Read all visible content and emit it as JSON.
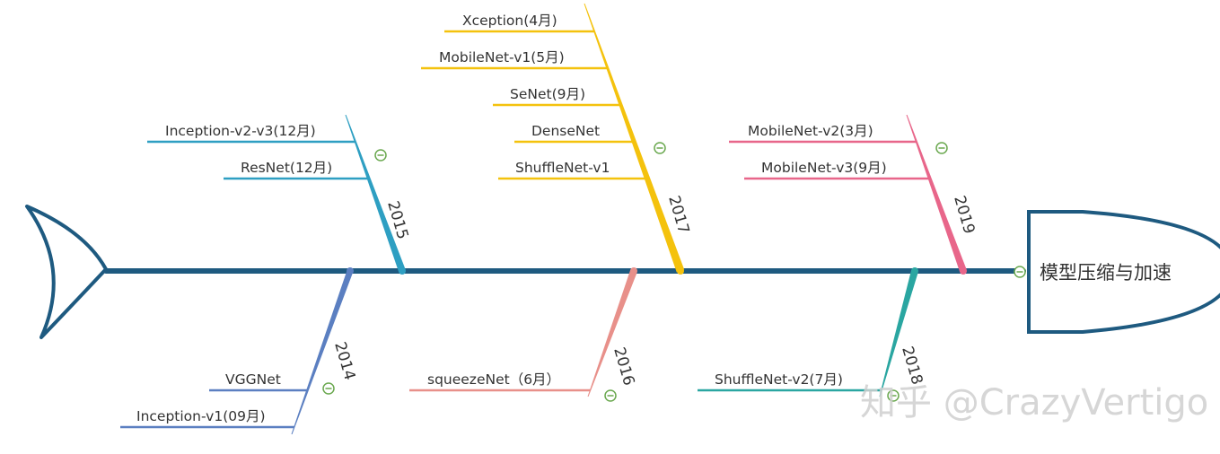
{
  "head": {
    "title": "模型压缩与加速"
  },
  "spine_color": "#1e5a80",
  "years": [
    {
      "year": "2014",
      "color": "#5b7fc1",
      "items": [
        "VGGNet",
        "Inception-v1(09月)"
      ]
    },
    {
      "year": "2015",
      "color": "#2e9fc2",
      "items": [
        "Inception-v2-v3(12月)",
        "ResNet(12月)"
      ]
    },
    {
      "year": "2016",
      "color": "#e8908a",
      "items": [
        "squeezeNet（6月）"
      ]
    },
    {
      "year": "2017",
      "color": "#f4c20d",
      "items": [
        "Xception(4月)",
        "MobileNet-v1(5月)",
        "SeNet(9月)",
        "DenseNet",
        "ShuffleNet-v1"
      ]
    },
    {
      "year": "2018",
      "color": "#2aa6a1",
      "items": [
        "ShuffleNet-v2(7月)"
      ]
    },
    {
      "year": "2019",
      "color": "#e8668a",
      "items": [
        "MobileNet-v2(3月)",
        "MobileNet-v3(9月)"
      ]
    }
  ],
  "watermark": "知乎 @CrazyVertigo"
}
